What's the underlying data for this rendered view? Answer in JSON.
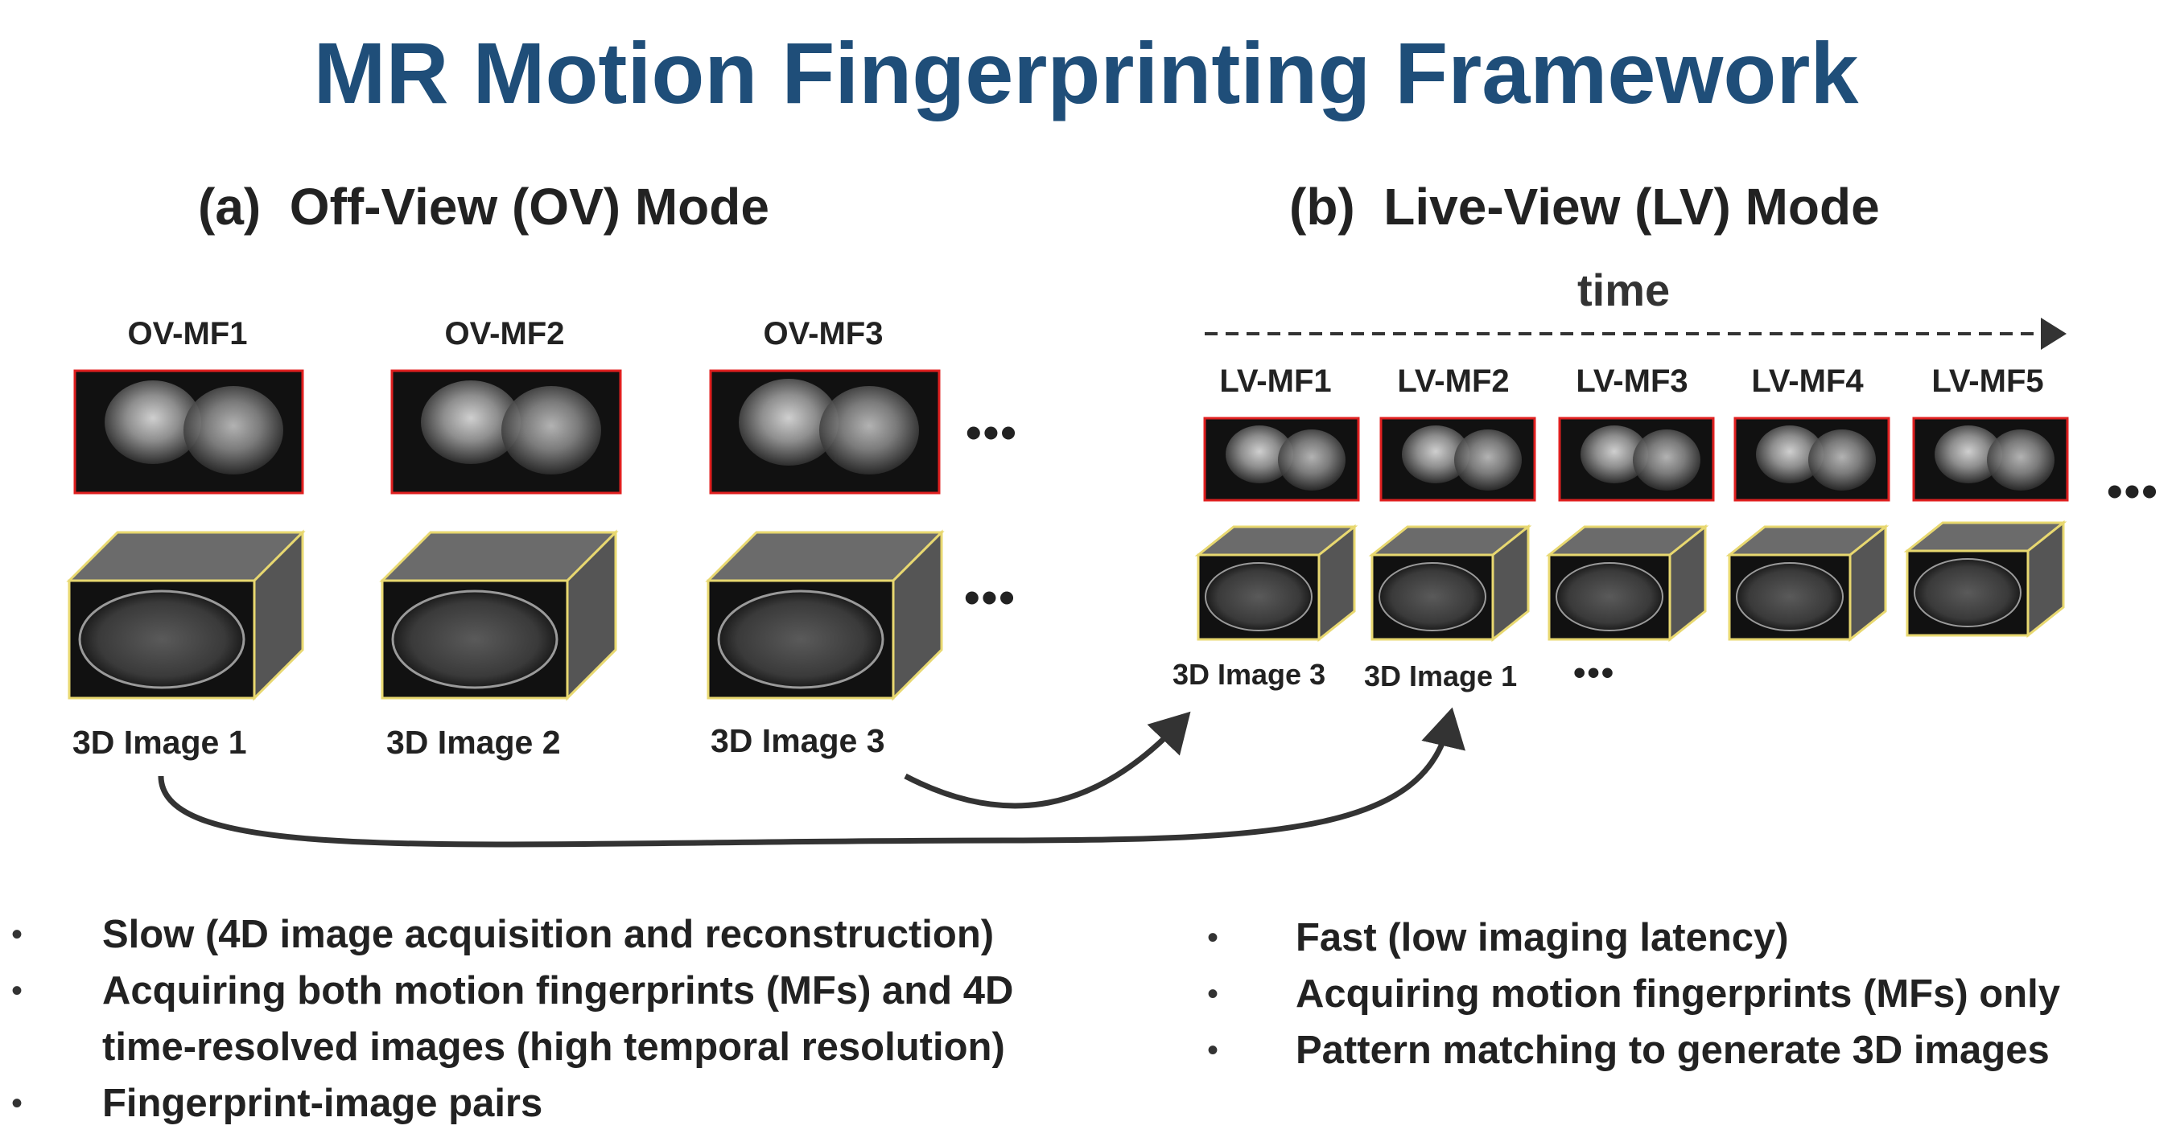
{
  "title": "MR Motion Fingerprinting Framework",
  "ov": {
    "heading_tag": "(a)",
    "heading_text": "Off-View (OV) Mode",
    "fingerprints": [
      "OV-MF1",
      "OV-MF2",
      "OV-MF3"
    ],
    "images": [
      "3D Image 1",
      "3D Image 2",
      "3D Image 3"
    ],
    "ellipsis": "•••",
    "bullets": [
      "Slow (4D image acquisition and reconstruction)",
      "Acquiring both motion fingerprints (MFs) and 4D time-resolved images (high temporal resolution)",
      "Fingerprint-image pairs"
    ]
  },
  "lv": {
    "heading_tag": "(b)",
    "heading_text": "Live-View (LV) Mode",
    "time_label": "time",
    "fingerprints": [
      "LV-MF1",
      "LV-MF2",
      "LV-MF3",
      "LV-MF4",
      "LV-MF5"
    ],
    "images": [
      "3D Image 3",
      "3D Image 1"
    ],
    "ellipsis": "•••",
    "bullets": [
      "Fast (low imaging latency)",
      "Acquiring motion fingerprints (MFs) only",
      "Pattern matching to generate 3D images"
    ]
  },
  "bullet_marker": "•",
  "colors": {
    "title": "#1f4e79",
    "fingerprint_border": "#e02020",
    "cube_border": "#e8d870",
    "cube_side": "#6b6b6b",
    "arrow": "#333333"
  }
}
